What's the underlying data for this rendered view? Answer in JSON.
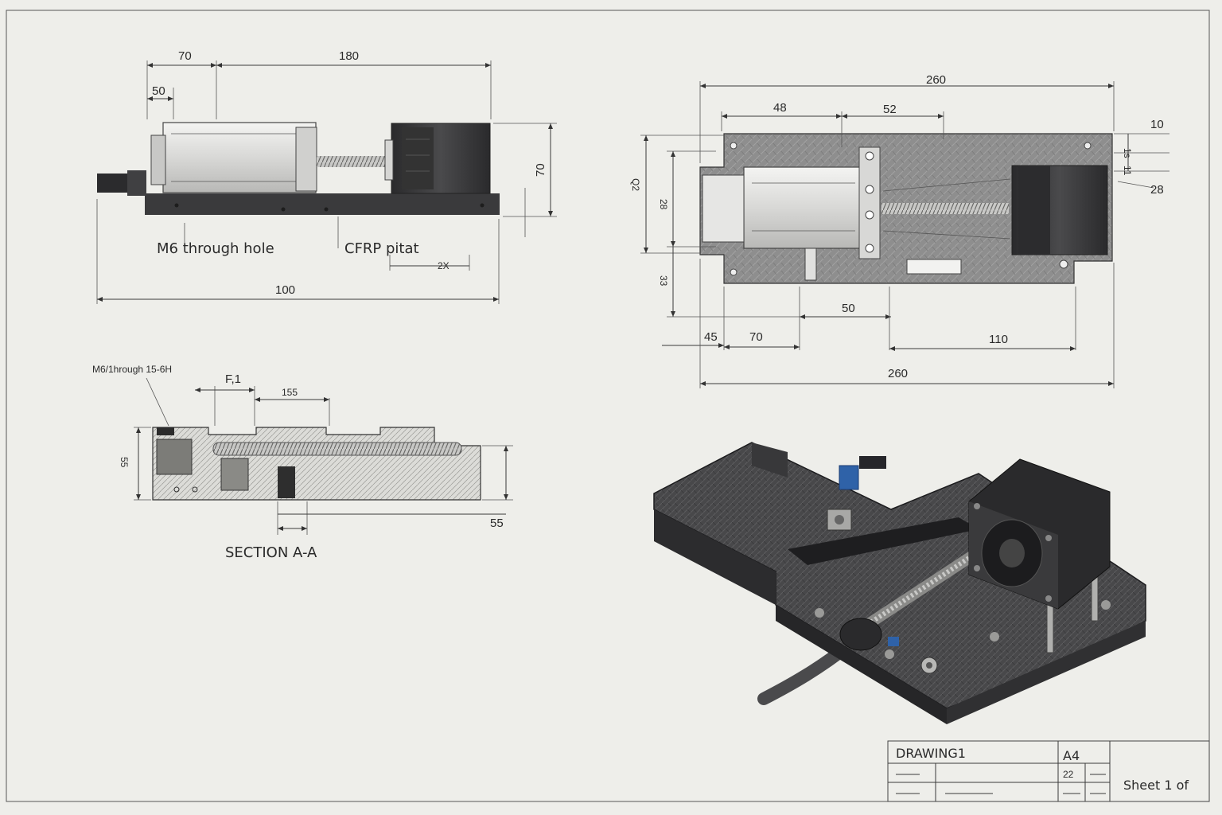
{
  "front_view": {
    "dims": {
      "d70": "70",
      "d180": "180",
      "d50": "50",
      "d70v": "70",
      "d100": "100",
      "d2x": "2X"
    },
    "notes": {
      "hole": "M6 through hole",
      "material": "CFRP pitat"
    }
  },
  "top_view": {
    "dims": {
      "d260_top": "260",
      "d48": "48",
      "d52": "52",
      "d10": "10",
      "d28_r": "28",
      "d1s": "1s",
      "d11": "11",
      "dq2": "Q2",
      "d28_l": "28",
      "d33": "33",
      "d50": "50",
      "d45": "45",
      "d70": "70",
      "d110": "110",
      "d260_bottom": "260"
    }
  },
  "section_view": {
    "callout": "M6/1hrough 15-6H",
    "dims": {
      "f1": "F,1",
      "d155": "155",
      "d55v": "55",
      "d55": "55"
    },
    "title": "SECTION A-A"
  },
  "title_block": {
    "drawing": "DRAWING1",
    "size": "A4",
    "rev": "22",
    "sheet": "Sheet 1 of"
  },
  "colors": {
    "paper": "#eeeeea",
    "ink": "#2a2a2a",
    "body": "#3b3b3d",
    "accent_blue": "#2f62a8"
  }
}
